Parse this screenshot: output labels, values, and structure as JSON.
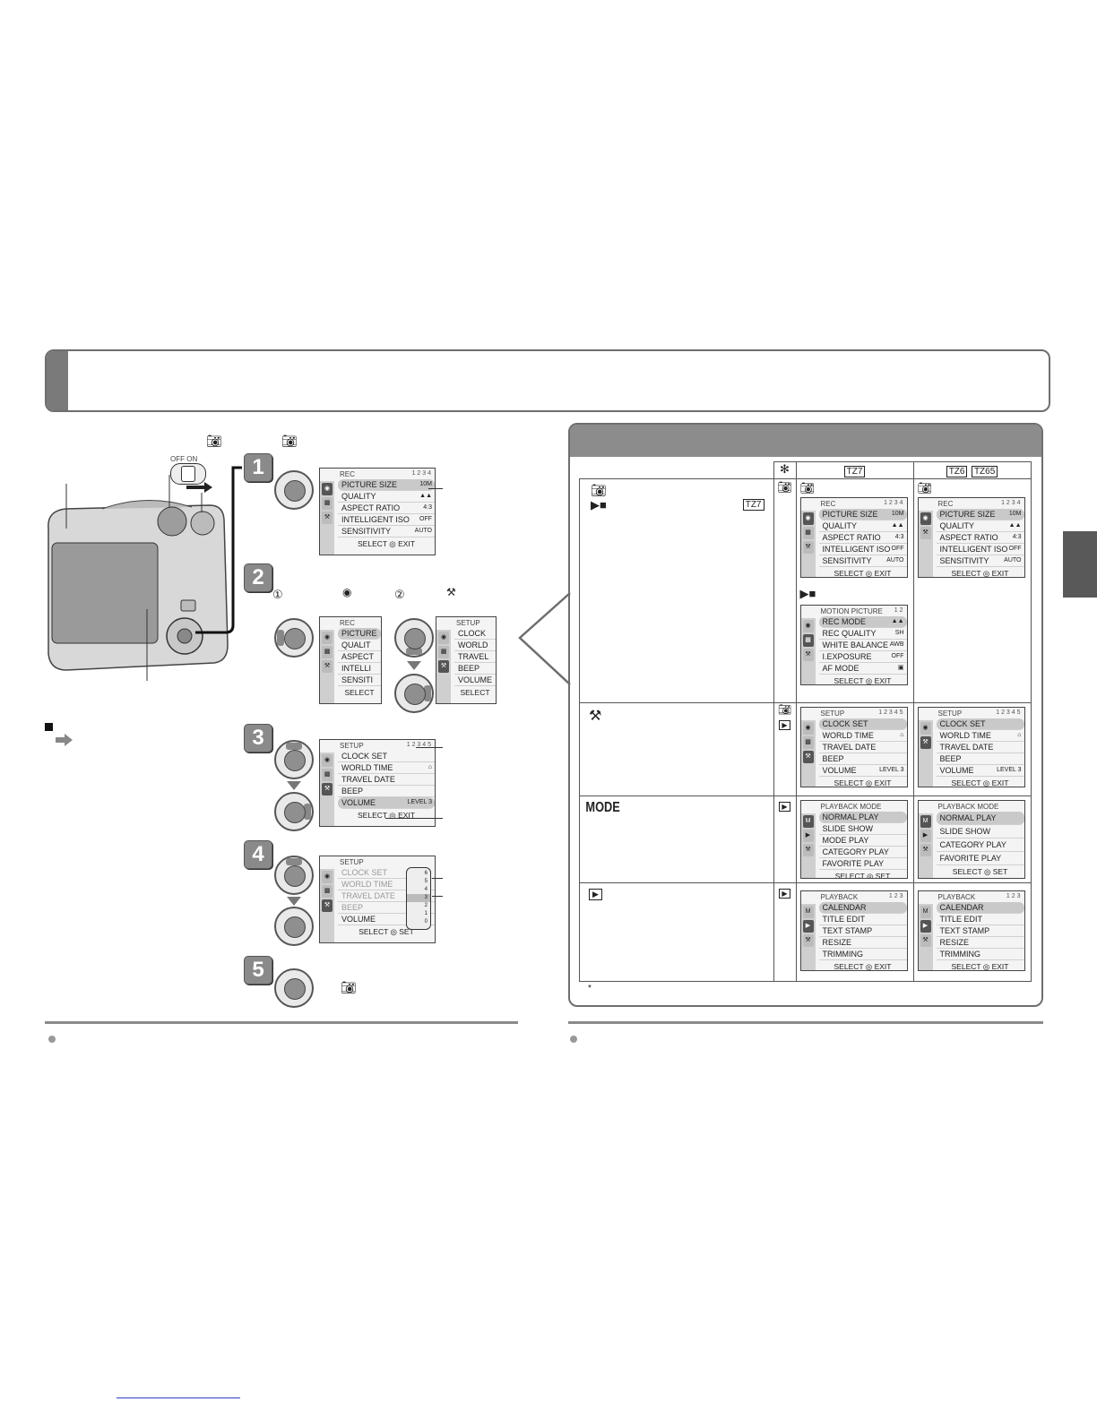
{
  "camera": {
    "switch_off": "OFF",
    "switch_on": "ON"
  },
  "substep": {
    "n1": "①",
    "n2": "②"
  },
  "steps": [
    "1",
    "2",
    "3",
    "4",
    "5"
  ],
  "screens": {
    "rec": {
      "title": "REC",
      "page": "1 2 3 4",
      "rows": [
        {
          "label": "PICTURE SIZE",
          "val": "10M"
        },
        {
          "label": "QUALITY",
          "val": "▲▲"
        },
        {
          "label": "ASPECT RATIO",
          "val": "4:3"
        },
        {
          "label": "INTELLIGENT ISO",
          "val": "OFF"
        },
        {
          "label": "SENSITIVITY",
          "val": "AUTO"
        }
      ],
      "footer": "SELECT ◎ EXIT"
    },
    "rec_cut": {
      "title": "REC",
      "rows": [
        "PICTURE",
        "QUALIT",
        "ASPECT",
        "INTELLI",
        "SENSITI"
      ],
      "footer": "SELECT"
    },
    "setup_cut": {
      "title": "SETUP",
      "rows": [
        "CLOCK",
        "WORLD",
        "TRAVEL",
        "BEEP",
        "VOLUME"
      ],
      "footer": "SELECT"
    },
    "setup": {
      "title": "SETUP",
      "page": "1 2 3 4 5",
      "rows": [
        {
          "label": "CLOCK SET",
          "val": ""
        },
        {
          "label": "WORLD TIME",
          "val": "⌂"
        },
        {
          "label": "TRAVEL DATE",
          "val": ""
        },
        {
          "label": "BEEP",
          "val": ""
        },
        {
          "label": "VOLUME",
          "val": "LEVEL 3"
        }
      ],
      "footer_exit": "SELECT ◎ EXIT",
      "footer_set": "SELECT ◎ SET"
    },
    "volume_levels": [
      "6",
      "5",
      "4",
      "3",
      "2",
      "1",
      "0"
    ],
    "motion": {
      "title": "MOTION PICTURE",
      "page": "1 2",
      "rows": [
        {
          "label": "REC MODE",
          "val": "▲▲"
        },
        {
          "label": "REC QUALITY",
          "val": "SH"
        },
        {
          "label": "WHITE BALANCE",
          "val": "AWB"
        },
        {
          "label": "I.EXPOSURE",
          "val": "OFF"
        },
        {
          "label": "AF MODE",
          "val": "▣"
        }
      ],
      "footer": "SELECT ◎ EXIT"
    },
    "playback_mode": {
      "title": "PLAYBACK MODE",
      "rows_tz7": [
        "NORMAL PLAY",
        "SLIDE SHOW",
        "MODE PLAY",
        "CATEGORY PLAY",
        "FAVORITE PLAY"
      ],
      "rows_tz6": [
        "NORMAL PLAY",
        "SLIDE SHOW",
        "CATEGORY PLAY",
        "FAVORITE PLAY"
      ],
      "footer": "SELECT ◎ SET"
    },
    "playback": {
      "title": "PLAYBACK",
      "page_tz7": "1 2 3",
      "page_tz6": "1 2 3",
      "rows": [
        "CALENDAR",
        "TITLE EDIT",
        "TEXT STAMP",
        "RESIZE",
        "TRIMMING"
      ],
      "footer": "SELECT ◎ EXIT"
    }
  },
  "table": {
    "col_asterisk": "✻",
    "col_tz7": "TZ7",
    "col_tz6": "TZ6",
    "col_tz65": "TZ65",
    "tz7_label": "TZ7",
    "rows": [
      {
        "menu_icon": "camera",
        "menu_icon2": "movie",
        "mode_icons": [
          "camera"
        ]
      },
      {
        "menu_icon": "wrench",
        "mode_icons": [
          "camera",
          "play"
        ]
      },
      {
        "menu_label": "MODE",
        "mode_icons": [
          "play"
        ]
      },
      {
        "menu_icon": "play",
        "mode_icons": [
          "play"
        ]
      }
    ],
    "footnote": "*"
  },
  "colors": {
    "banner_border": "#6e6e6e",
    "panel_head": "#8c8c8c",
    "side_tab": "#595959"
  }
}
